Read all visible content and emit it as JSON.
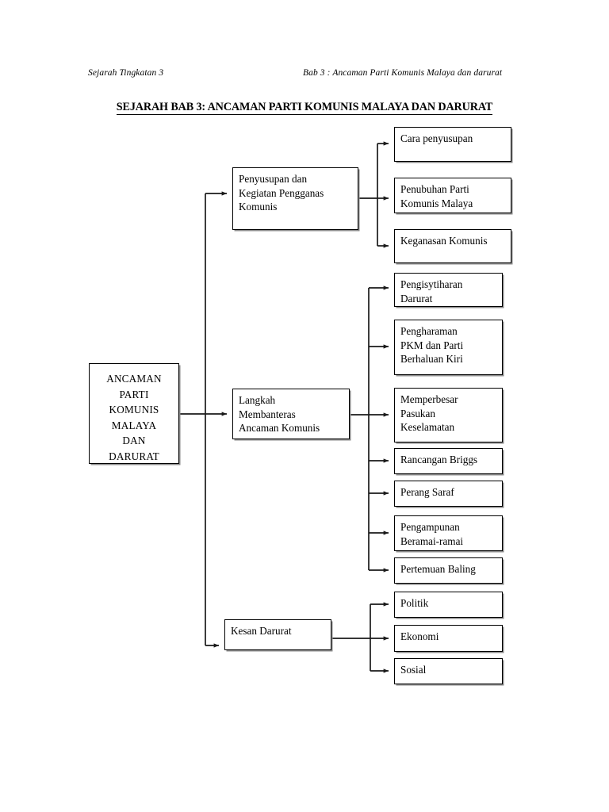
{
  "page": {
    "running_head_left": "Sejarah Tingkatan 3",
    "running_head_right": "Bab 3 :  Ancaman Parti Komunis Malaya dan darurat",
    "title": "SEJARAH BAB 3: ANCAMAN PARTI KOMUNIS MALAYA DAN DARURAT"
  },
  "diagram": {
    "type": "tree",
    "orientation": "left-to-right",
    "root": {
      "label": "ANCAMAN\nPARTI\nKOMUNIS\nMALAYA\nDAN\nDARURAT"
    },
    "branches": [
      {
        "label": "Penyusupan dan\nKegiatan Pengganas\nKomunis",
        "children": [
          {
            "label": "Cara penyusupan"
          },
          {
            "label": "Penubuhan Parti\nKomunis Malaya"
          },
          {
            "label": "Keganasan Komunis"
          }
        ]
      },
      {
        "label": "Langkah\nMembanteras\nAncaman Komunis",
        "children": [
          {
            "label": "Pengisytiharan\nDarurat"
          },
          {
            "label": "Pengharaman\nPKM dan Parti\nBerhaluan Kiri"
          },
          {
            "label": "Memperbesar\nPasukan\nKeselamatan"
          },
          {
            "label": "Rancangan Briggs"
          },
          {
            "label": "Perang Saraf"
          },
          {
            "label": "Pengampunan\nBeramai-ramai"
          },
          {
            "label": "Pertemuan Baling"
          }
        ]
      },
      {
        "label": "Kesan Darurat",
        "children": [
          {
            "label": "Politik"
          },
          {
            "label": "Ekonomi"
          },
          {
            "label": "Sosial"
          }
        ]
      }
    ]
  },
  "colors": {
    "ink": "#000000",
    "paper": "#ffffff",
    "shadow": "#8a8a8a"
  }
}
